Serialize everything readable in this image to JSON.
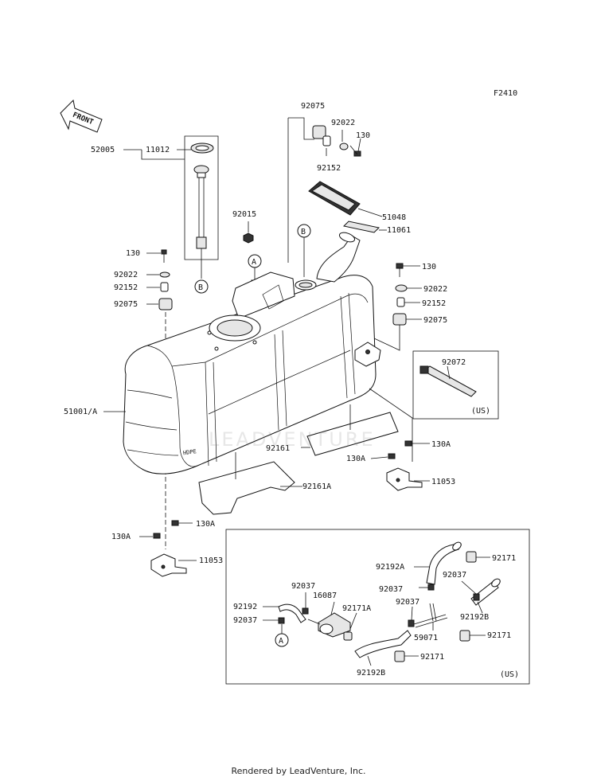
{
  "diagram_code": "F2410",
  "front_label": "FRONT",
  "watermark": "LEADVENTURE",
  "footer": "Rendered by LeadVenture, Inc.",
  "tank_marking": "HDPE",
  "region_note_us": "(US)",
  "callout_a": "A",
  "callout_b": "B",
  "labels": {
    "p52005": "52005",
    "p11012": "11012",
    "p130_l": "130",
    "p92022_l": "92022",
    "p92152_l": "92152",
    "p92075_l": "92075",
    "p92015": "92015",
    "p92075_t": "92075",
    "p92022_t": "92022",
    "p130_t": "130",
    "p92152_t": "92152",
    "p51048": "51048",
    "p11061": "11061",
    "p130_r": "130",
    "p92022_r": "92022",
    "p92152_r": "92152",
    "p92075_r": "92075",
    "p92072": "92072",
    "p51001a": "51001/A",
    "p92161": "92161",
    "p130a_r1": "130A",
    "p130a_r2": "130A",
    "p11053_r": "11053",
    "p92161a": "92161A",
    "p130a_l1": "130A",
    "p130a_l2": "130A",
    "p11053_l": "11053",
    "p92192a": "92192A",
    "p92171_1": "92171",
    "p92037_1": "92037",
    "p16087": "16087",
    "p92037_2": "92037",
    "p92037_3": "92037",
    "p92192_1": "92192",
    "p92171a": "92171A",
    "p92037_4": "92037",
    "p92192b_1": "92192B",
    "p92037_5": "92037",
    "p59071": "59071",
    "p92171_2": "92171",
    "p92171_3": "92171",
    "p92192b_2": "92192B"
  }
}
